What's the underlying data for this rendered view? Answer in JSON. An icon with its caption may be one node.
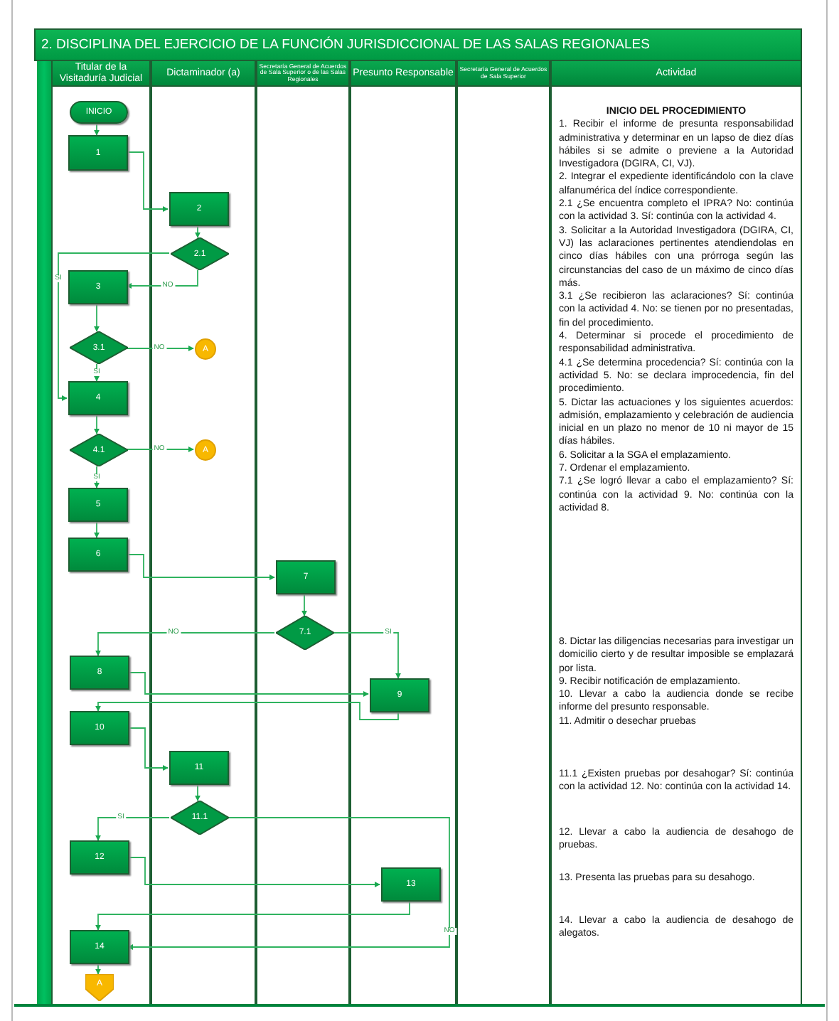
{
  "diagram": {
    "title": "2. DISCIPLINA DEL EJERCICIO DE LA FUNCIÓN JURISDICCIONAL DE LAS SALAS REGIONALES",
    "nodes": [
      {
        "text": [
          "Titular de la Visitaduría Judicial"
        ]
      },
      {
        "text": [
          "Dictaminador (a)"
        ]
      },
      {
        "text": [
          "Secretaría General de Acuerdos de Sala Superior o de las Salas Regionales"
        ]
      },
      {
        "text": [
          "Presunto Responsable"
        ]
      },
      {
        "text": [
          "Secretaría General de Acuerdos de Sala Superior"
        ]
      },
      {
        "text": [
          "Actividad",
          "INICIO DEL PROCEDIMIENTO",
          "1. Recibir el informe de presunta responsabilidad administrativa y determinar en un lapso de diez días hábiles si se admite o previene a la Autoridad Investigadora (DGIRA, CI, VJ).",
          "2. Integrar el expediente identificándolo con la clave alfanumérica del índice correspondiente.",
          "2.1 ¿Se encuentra completo el IPRA? No: continúa con la actividad 3. Sí: continúa con la actividad 4.",
          "3. Solicitar a la Autoridad Investigadora (DGIRA, CI, VJ) las aclaraciones pertinentes atendiendolas en cinco días hábiles con una prórroga según las circunstancias del caso de un máximo de cinco días más.",
          "3.1 ¿Se recibieron las aclaraciones? Sí: continúa con la actividad 4. No: se tienen por no presentadas, fin del procedimiento.",
          "4. Determinar si procede el procedimiento de responsabilidad administrativa.",
          "4.1 ¿Se determina procedencia? Sí: continúa con la actividad 5. No: se declara improcedencia, fin del procedimiento.",
          "5. Dictar las actuaciones y los siguientes acuerdos: admisión, emplazamiento y celebración de audiencia inicial en un plazo no menor de 10 ni mayor de 15 días hábiles.",
          "6. Solicitar a la SGA el emplazamiento.",
          "7. Ordenar el emplazamiento.",
          "7.1 ¿Se logró llevar a cabo el emplazamiento? Sí: continúa con la actividad 9. No: continúa con la actividad 8.",
          "8. Dictar las diligencias necesarias para investigar un domicilio cierto y de resultar imposible se emplazará por lista.",
          "9. Recibir notificación de emplazamiento.",
          "10. Llevar a cabo la audiencia donde se recibe informe del presunto responsable.",
          "11. Admitir o desechar pruebas",
          "11.1 ¿Existen pruebas por desahogar? Sí: continúa con la actividad 12. No: continúa con la actividad 14.",
          "12. Llevar a cabo la audiencia de desahogo de pruebas.",
          "13. Presenta las pruebas para su desahogo.",
          "14. Llevar a cabo la audiencia de desahogo de alegatos."
        ]
      },
      {
        "text": [
          "INICIO"
        ],
        "in": 0
      },
      {
        "text": [
          "1"
        ],
        "in": 0
      },
      {
        "text": [
          "2"
        ],
        "in": 1
      },
      {
        "text": [
          "2.1"
        ],
        "in": 1
      },
      {
        "text": [
          "3"
        ],
        "in": 0
      },
      {
        "text": [
          "3.1"
        ],
        "in": 0
      },
      {
        "text": [
          "A"
        ],
        "in": 1
      },
      {
        "text": [
          "4"
        ],
        "in": 0
      },
      {
        "text": [
          "4.1"
        ],
        "in": 0
      },
      {
        "text": [
          "A"
        ],
        "in": 1
      },
      {
        "text": [
          "5"
        ],
        "in": 0
      },
      {
        "text": [
          "6"
        ],
        "in": 0
      },
      {
        "text": [
          "7"
        ],
        "in": 2
      },
      {
        "text": [
          "7.1"
        ],
        "in": 2
      },
      {
        "text": [
          "8"
        ],
        "in": 0
      },
      {
        "text": [
          "9"
        ],
        "in": 3
      },
      {
        "text": [
          "10"
        ],
        "in": 0
      },
      {
        "text": [
          "11"
        ],
        "in": 1
      },
      {
        "text": [
          "11.1"
        ],
        "in": 1
      },
      {
        "text": [
          "12"
        ],
        "in": 0
      },
      {
        "text": [
          "13"
        ],
        "in": 3
      },
      {
        "text": [
          "14"
        ],
        "in": 0
      },
      {
        "text": [
          "A"
        ],
        "in": 0
      }
    ],
    "edges": [
      {
        "from": 6,
        "to": 7,
        "arrow": "to"
      },
      {
        "from": 7,
        "to": 8,
        "arrow": "to"
      },
      {
        "from": 8,
        "to": 9,
        "arrow": "to"
      },
      {
        "from": 9,
        "to": 13,
        "arrow": "to",
        "label": "SI"
      },
      {
        "from": 9,
        "to": 10,
        "arrow": "to",
        "label": "NO"
      },
      {
        "from": 10,
        "to": 11,
        "arrow": "to"
      },
      {
        "from": 11,
        "to": 12,
        "arrow": "to",
        "label": "NO"
      },
      {
        "from": 11,
        "to": 13,
        "arrow": "to",
        "label": "SI"
      },
      {
        "from": 13,
        "to": 14,
        "arrow": "to"
      },
      {
        "from": 14,
        "to": 15,
        "arrow": "to",
        "label": "NO"
      },
      {
        "from": 14,
        "to": 16,
        "arrow": "to",
        "label": "SI"
      },
      {
        "from": 16,
        "to": 17,
        "arrow": "to"
      },
      {
        "from": 17,
        "to": 18,
        "arrow": "to"
      },
      {
        "from": 18,
        "to": 19,
        "arrow": "to"
      },
      {
        "from": 19,
        "to": 20,
        "arrow": "to",
        "label": "NO"
      },
      {
        "from": 19,
        "to": 21,
        "arrow": "to",
        "label": "SI"
      },
      {
        "from": 20,
        "to": 21,
        "arrow": "to"
      },
      {
        "from": 21,
        "to": 22,
        "arrow": "to"
      },
      {
        "from": 22,
        "to": 23,
        "arrow": "to"
      },
      {
        "from": 23,
        "to": 24,
        "arrow": "to"
      },
      {
        "from": 24,
        "to": 25,
        "arrow": "to",
        "label": "SI"
      },
      {
        "from": 24,
        "to": 27,
        "arrow": "to",
        "label": "NO"
      },
      {
        "from": 25,
        "to": 26,
        "arrow": "to"
      },
      {
        "from": 26,
        "to": 27,
        "arrow": "to"
      },
      {
        "from": 27,
        "to": 28,
        "arrow": "to"
      }
    ]
  }
}
